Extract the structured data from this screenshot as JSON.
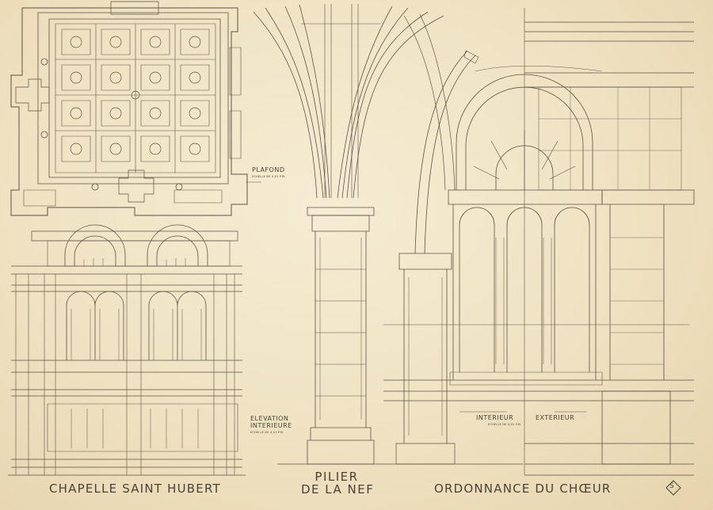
{
  "plan_labels": {
    "plafond": {
      "title": "PLAFOND",
      "scale": "ECHELLE DE 0,01 P.M."
    },
    "elevation": {
      "title_line1": "ELEVATION",
      "title_line2": "INTERIEURE",
      "scale": "ECHELLE DE 0,01 P.M."
    },
    "choeur": {
      "interieur": "INTERIEUR",
      "exterieur": "EXTERIEUR",
      "scale": "ECHELLE DE 0,01 P.M."
    }
  },
  "titles": {
    "chapelle": "CHAPELLE SAINT HUBERT",
    "pilier_line1": "PILIER",
    "pilier_line2": "DE LA NEF",
    "ordonnance": "ORDONNANCE DU CHŒUR"
  },
  "stamp": {
    "icon": "cartouche-stamp-icon",
    "monogram": "S"
  },
  "colors": {
    "paper": "#efe2c2",
    "ink": "#4a4234"
  }
}
